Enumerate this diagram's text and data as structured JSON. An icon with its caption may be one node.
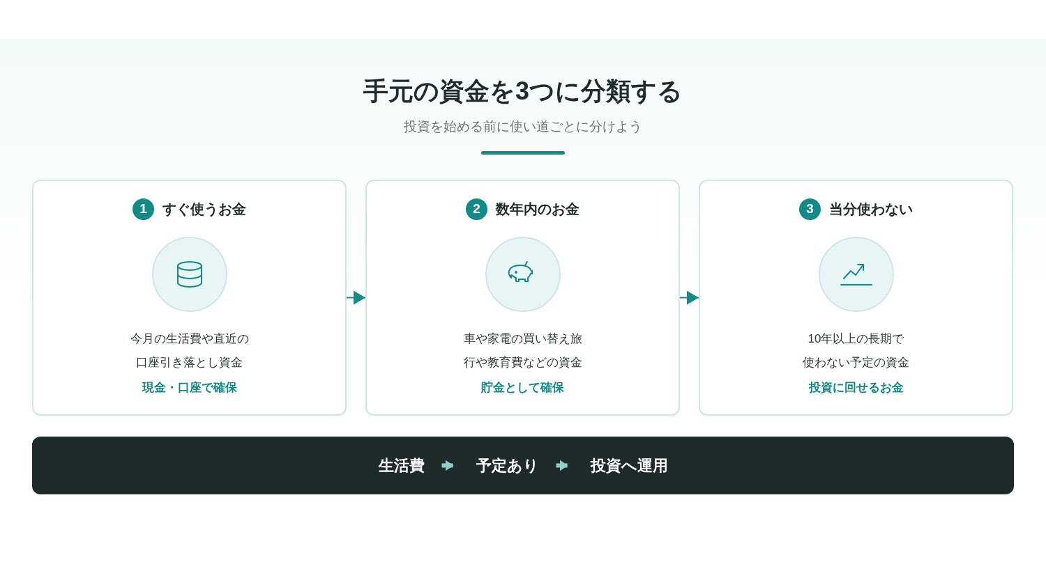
{
  "diagram": {
    "title": "手元の資金を3つに分類する",
    "nodes": [
      {
        "text": [
          "すぐ使うお金",
          "今月の生活費や直近の口座引き落とし資金",
          "現金・口座で確保"
        ]
      },
      {
        "text": [
          "1"
        ],
        "in": 0
      },
      {
        "text": [
          "数年内のお金",
          "車や家電の買い替え旅行や教育費などの資金",
          "貯金として確保"
        ]
      },
      {
        "text": [
          "2"
        ],
        "in": 2
      },
      {
        "text": [
          "当分使わない",
          "10年以上の長期で使わない予定の資金",
          "投資に回せるお金"
        ]
      },
      {
        "text": [
          "3"
        ],
        "in": 4
      },
      {
        "text": [],
        "shape": "bar"
      },
      {
        "text": [
          "生活費"
        ],
        "in": 6
      },
      {
        "text": [
          "予定あり"
        ],
        "in": 6
      },
      {
        "text": [
          "投資へ運用"
        ],
        "in": 6
      }
    ],
    "edges": [
      {
        "from": 0,
        "to": 2,
        "arrow": "to"
      },
      {
        "from": 2,
        "to": 4,
        "arrow": "to"
      },
      {
        "from": 7,
        "to": 8,
        "arrow": "to",
        "style": "thick",
        "color": "#8ecfcb"
      },
      {
        "from": 8,
        "to": 9,
        "arrow": "to",
        "style": "thick",
        "color": "#8ecfcb"
      }
    ],
    "labels": [
      "投資を始める前に使い道ごとに分けよう"
    ]
  }
}
